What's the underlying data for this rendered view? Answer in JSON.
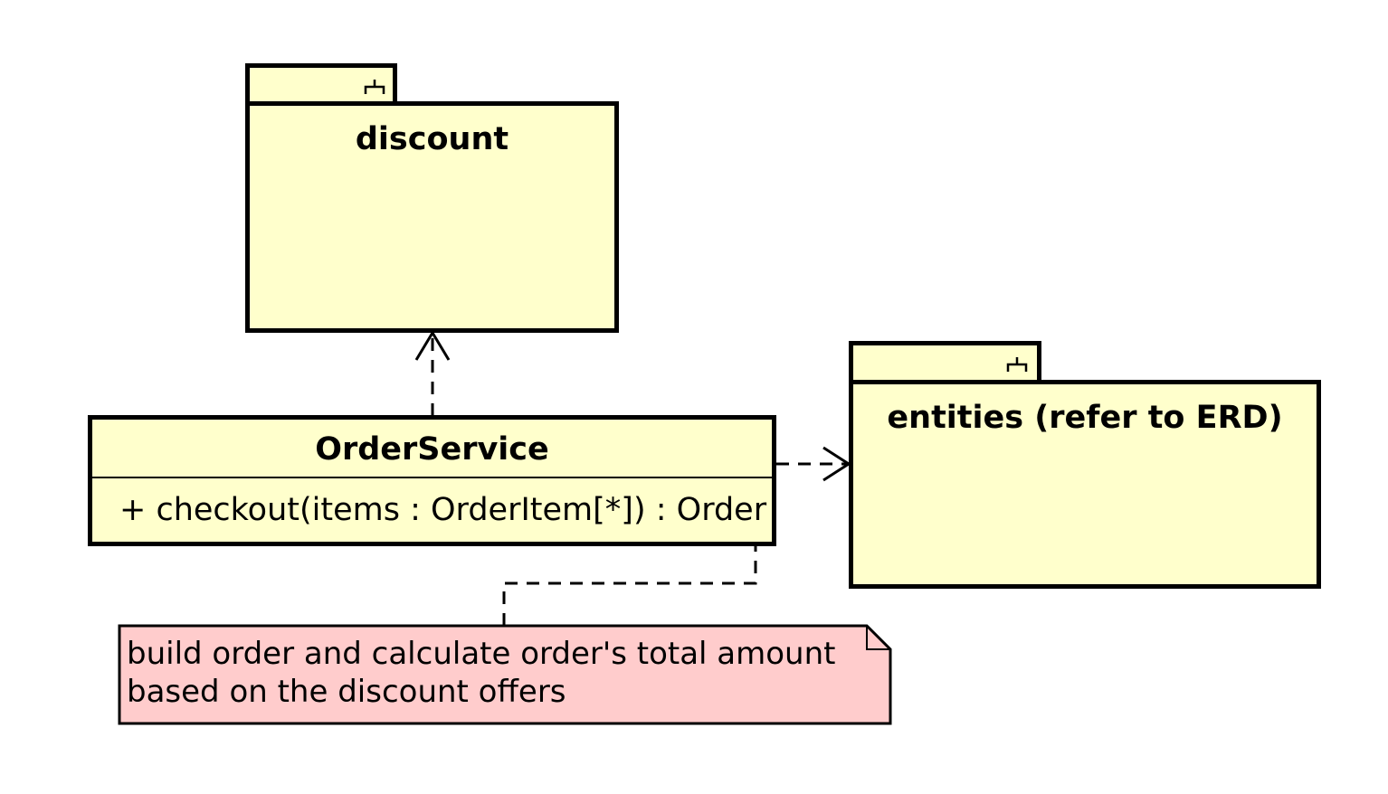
{
  "packages": {
    "discount": {
      "name": "discount"
    },
    "entities": {
      "name": "entities (refer to ERD)"
    }
  },
  "order_service": {
    "name": "OrderService",
    "operation": "+ checkout(items : OrderItem[*]) : Order"
  },
  "note": {
    "lines": [
      "build order and calculate order's total amount",
      "based on the discount offers"
    ]
  },
  "colors": {
    "package_fill": "#ffffcc",
    "class_fill": "#ffffcc",
    "note_fill": "#ffcccc",
    "stroke": "#000000"
  },
  "icons": [
    "package-icon"
  ],
  "relations": [
    {
      "type": "dependency",
      "from": "OrderService",
      "to": "discount"
    },
    {
      "type": "dependency",
      "from": "OrderService",
      "to": "entities (refer to ERD)"
    },
    {
      "type": "note-anchor",
      "from": "note",
      "to": "checkout"
    }
  ]
}
